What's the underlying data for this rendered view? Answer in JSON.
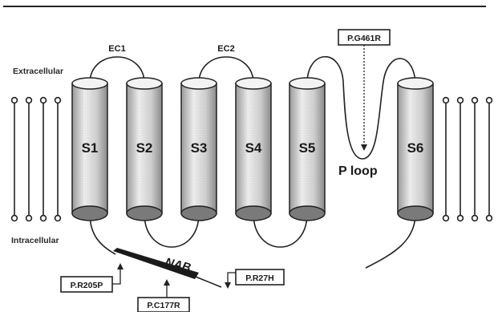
{
  "labels": {
    "extracellular": "Extracellular",
    "intracellular": "Intracellular",
    "ec1": "EC1",
    "ec2": "EC2",
    "p_loop": "P loop",
    "nab": "NAB"
  },
  "segments": [
    "S1",
    "S2",
    "S3",
    "S4",
    "S5",
    "S6"
  ],
  "mutations": {
    "g461r": "P.G461R",
    "r205p": "P.R205P",
    "r27h": "P.R27H",
    "c177r": "P.C177R"
  },
  "colors": {
    "line": "#222222",
    "cylinder_light": "#ededed",
    "cylinder_dark": "#8a8a8a",
    "cap": "#7a7a7a"
  }
}
